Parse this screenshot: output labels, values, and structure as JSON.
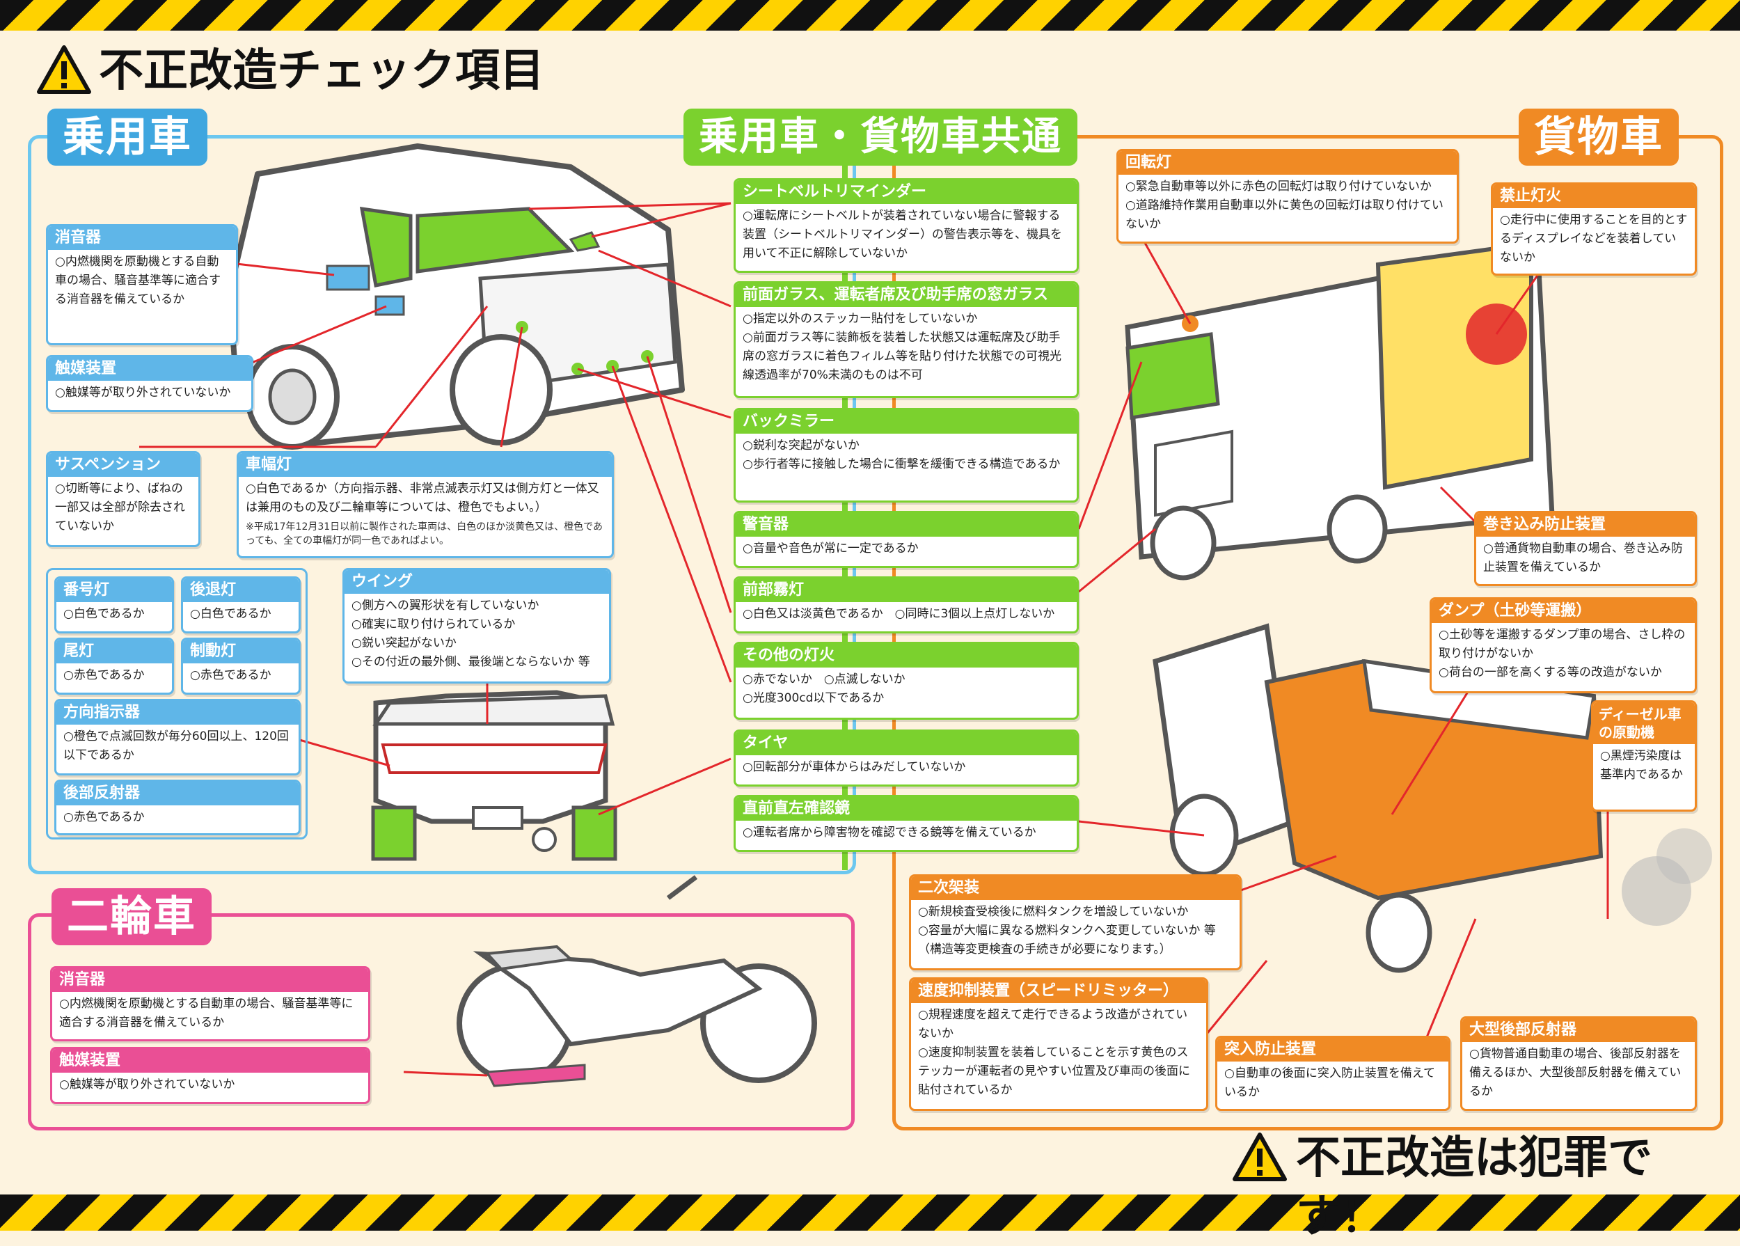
{
  "header": {
    "title": "不正改造チェック項目"
  },
  "footer": {
    "slogan": "不正改造は犯罪です！"
  },
  "sections": {
    "passenger": "乗用車",
    "common": "乗用車・貨物車共通",
    "truck": "貨物車",
    "motorcycle": "二輪車"
  },
  "passenger": {
    "muffler": {
      "title": "消音器",
      "items": [
        "○内燃機関を原動機とする自動車の場合、騒音基準等に適合する消音器を備えているか"
      ]
    },
    "catalyst": {
      "title": "触媒装置",
      "items": [
        "○触媒等が取り外されていないか"
      ]
    },
    "suspension": {
      "title": "サスペンション",
      "items": [
        "○切断等により、ばねの一部又は全部が除去されていないか"
      ]
    },
    "width_lamp": {
      "title": "車幅灯",
      "items": [
        "○白色であるか（方向指示器、非常点滅表示灯又は側方灯と一体又は兼用のもの及び二輪車等については、橙色でもよい。）"
      ],
      "note": "※平成17年12月31日以前に製作された車両は、白色のほか淡黄色又は、橙色であっても、全ての車幅灯が同一色であればよい。"
    },
    "plate_lamp": {
      "title": "番号灯",
      "items": [
        "○白色であるか"
      ]
    },
    "reverse_lamp": {
      "title": "後退灯",
      "items": [
        "○白色であるか"
      ]
    },
    "tail_lamp": {
      "title": "尾灯",
      "items": [
        "○赤色であるか"
      ]
    },
    "brake_lamp": {
      "title": "制動灯",
      "items": [
        "○赤色であるか"
      ]
    },
    "turn_signal": {
      "title": "方向指示器",
      "items": [
        "○橙色で点滅回数が毎分60回以上、120回以下であるか"
      ]
    },
    "rear_reflector": {
      "title": "後部反射器",
      "items": [
        "○赤色であるか"
      ]
    },
    "wing": {
      "title": "ウイング",
      "items": [
        "○側方への翼形状を有していないか",
        "○確実に取り付けられているか",
        "○鋭い突起がないか",
        "○その付近の最外側、最後端とならないか 等"
      ]
    }
  },
  "common": {
    "seatbelt": {
      "title": "シートベルトリマインダー",
      "items": [
        "○運転席にシートベルトが装着されていない場合に警報する装置（シートベルトリマインダー）の警告表示等を、機具を用いて不正に解除していないか"
      ]
    },
    "glass": {
      "title": "前面ガラス、運転者席及び助手席の窓ガラス",
      "items": [
        "○指定以外のステッカー貼付をしていないか",
        "○前面ガラス等に装飾板を装着した状態又は運転席及び助手席の窓ガラスに着色フィルム等を貼り付けた状態での可視光線透過率が70%未満のものは不可"
      ]
    },
    "mirror": {
      "title": "バックミラー",
      "items": [
        "○鋭利な突起がないか",
        "○歩行者等に接触した場合に衝撃を緩衝できる構造であるか"
      ]
    },
    "horn": {
      "title": "警音器",
      "items": [
        "○音量や音色が常に一定であるか"
      ]
    },
    "fog_lamp": {
      "title": "前部霧灯",
      "items": [
        "○白色又は淡黄色であるか　○同時に3個以上点灯しないか"
      ]
    },
    "other_lamps": {
      "title": "その他の灯火",
      "items": [
        "○赤でないか　○点滅しないか",
        "○光度300cd以下であるか"
      ]
    },
    "tire": {
      "title": "タイヤ",
      "items": [
        "○回転部分が車体からはみだしていないか"
      ]
    },
    "front_mirror": {
      "title": "直前直左確認鏡",
      "items": [
        "○運転者席から障害物を確認できる鏡等を備えているか"
      ]
    }
  },
  "truck": {
    "rotating_lamp": {
      "title": "回転灯",
      "items": [
        "○緊急自動車等以外に赤色の回転灯は取り付けていないか",
        "○道路維持作業用自動車以外に黄色の回転灯は取り付けていないか"
      ]
    },
    "prohibited_lamp": {
      "title": "禁止灯火",
      "items": [
        "○走行中に使用することを目的とするディスプレイなどを装着していないか"
      ]
    },
    "side_guard": {
      "title": "巻き込み防止装置",
      "items": [
        "○普通貨物自動車の場合、巻き込み防止装置を備えているか"
      ]
    },
    "dump": {
      "title": "ダンプ（土砂等運搬）",
      "items": [
        "○土砂等を運搬するダンプ車の場合、さし枠の取り付けがないか",
        "○荷台の一部を高くする等の改造がないか"
      ]
    },
    "diesel": {
      "title": "ディーゼル車の原動機",
      "items": [
        "○黒煙汚染度は基準内であるか"
      ]
    },
    "secondary_mount": {
      "title": "二次架装",
      "items": [
        "○新規検査受検後に燃料タンクを増設していないか",
        "○容量が大幅に異なる燃料タンクへ変更していないか 等（構造等変更検査の手続きが必要になります。）"
      ]
    },
    "speed_limiter": {
      "title": "速度抑制装置（スピードリミッター）",
      "items": [
        "○規程速度を超えて走行できるよう改造がされていないか",
        "○速度抑制装置を装着していることを示す黄色のステッカーが運転者の見やすい位置及び車両の後面に貼付されているか"
      ]
    },
    "underrun": {
      "title": "突入防止装置",
      "items": [
        "○自動車の後面に突入防止装置を備えているか"
      ]
    },
    "large_reflector": {
      "title": "大型後部反射器",
      "items": [
        "○貨物普通自動車の場合、後部反射器を備えるほか、大型後部反射器を備えているか"
      ]
    }
  },
  "motorcycle": {
    "muffler": {
      "title": "消音器",
      "items": [
        "○内燃機関を原動機とする自動車の場合、騒音基準等に適合する消音器を備えているか"
      ]
    },
    "catalyst": {
      "title": "触媒装置",
      "items": [
        "○触媒等が取り外されていないか"
      ]
    }
  },
  "colors": {
    "passenger": "#5fb6e8",
    "common": "#7bd12e",
    "truck": "#f08a24",
    "motorcycle": "#ea4f95",
    "leader": "#e3262b"
  },
  "icons": [
    "warning-icon"
  ]
}
